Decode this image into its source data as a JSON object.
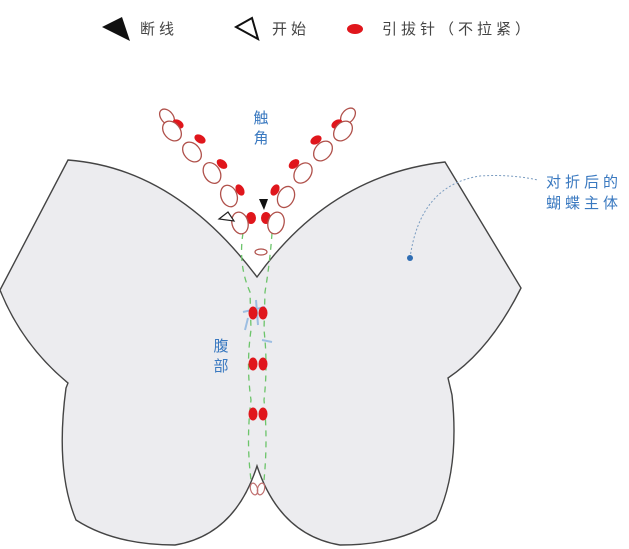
{
  "legend": {
    "items": [
      {
        "icon": "filled-triangle-icon",
        "label": "断线",
        "meaning": "break thread"
      },
      {
        "icon": "outline-triangle-icon",
        "label": "开始",
        "meaning": "start"
      },
      {
        "icon": "red-oval-icon",
        "label": "引拔针（不拉紧）",
        "meaning": "slip stitch (not tightened)"
      }
    ]
  },
  "labels": {
    "antenna": "触角",
    "abdomen": "腹部",
    "body_callout_line1": "对折后的",
    "body_callout_line2": "蝴蝶主体"
  },
  "colors": {
    "wing_fill": "#ececef",
    "wing_stroke": "#444444",
    "red_stitch": "#e0161c",
    "outline_stitch": "#b0514b",
    "chain_dash": "#6cc46a",
    "label_blue": "#3a79c0",
    "marker_black": "#111111"
  }
}
